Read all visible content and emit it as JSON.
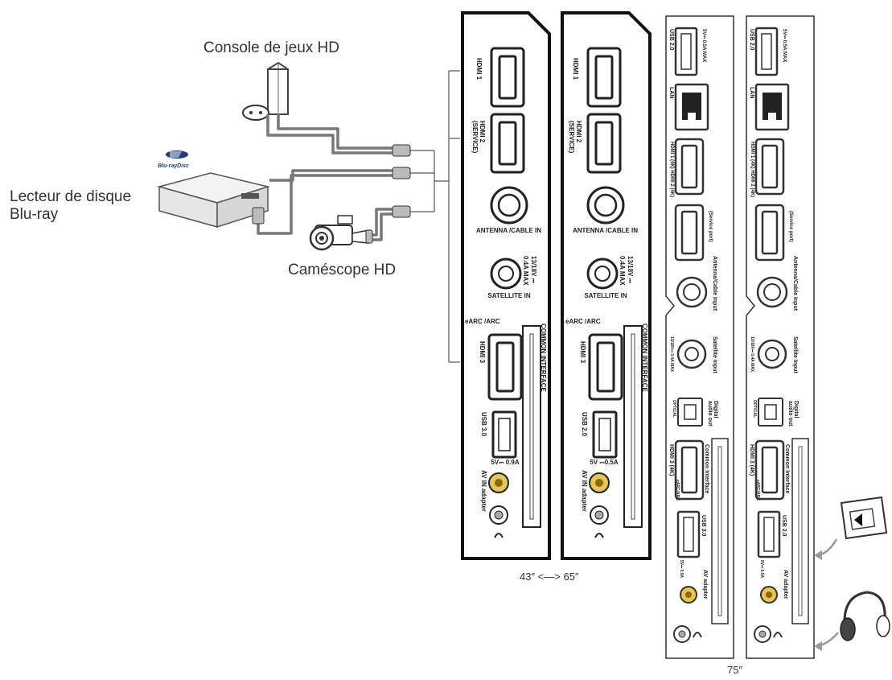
{
  "devices": {
    "console": "Console de jeux HD",
    "bluray_line1": "Lecteur de disque",
    "bluray_line2": "Blu-ray",
    "bluray_logo": "Blu-rayDisc",
    "camcorder": "Caméscope HD"
  },
  "size_labels": {
    "small": "43″ <—> 65″",
    "large": "75″"
  },
  "panel1": {
    "hdmi1": "HDMI 1",
    "hdmi2": "HDMI 2 (SERVICE)",
    "antenna": "ANTENNA /CABLE IN",
    "sat_rating": "13/18V ⎓ 0.4A MAX",
    "satellite": "SATELLITE IN",
    "earc": "eARC /ARC",
    "hdmi3": "HDMI 3",
    "common_interface": "COMMON INTERFACE",
    "usb": "USB 3.0",
    "usb_rating": "5V⎓ 0.9A",
    "av_in": "AV IN adapter"
  },
  "panel2": {
    "hdmi1": "HDMI 1",
    "hdmi2": "HDMI 2 (SERVICE)",
    "antenna": "ANTENNA /CABLE IN",
    "sat_rating": "13/18V ⎓ 0.4A MAX",
    "satellite": "SATELLITE IN",
    "earc": "eARC /ARC",
    "hdmi3": "HDMI 3",
    "common_interface": "COMMON INTERFACE",
    "usb": "USB 2.0",
    "usb_rating": "5V ⎓0.5A",
    "av_in": "AV IN adapter"
  },
  "panel3": {
    "usb_top": "USB 2.0",
    "usb_top_rating": "5V⎓ 0.5A MAX",
    "lan": "LAN",
    "hdmi_pair": "HDMI 1 (4K) HDMI 2 (4K)",
    "service": "(Service port)",
    "antenna": "Antenna/Cable Input",
    "satellite": "Satellite Input",
    "sat_rating": "13/18V⎓ 0.4A MAX",
    "optical": "Digital audio out",
    "optical_small": "OPTICAL",
    "common_interface": "Common Interface",
    "hdmi3": "HDMI 3 (4K)",
    "hdmi3_small": "eARC/ARC",
    "usb_bottom": "USB 3.0",
    "usb_bottom_rating": "5V⎓ 0.9A",
    "av": "AV adapter"
  },
  "panel4": {
    "usb_top": "USB 2.0",
    "usb_top_rating": "5V⎓ 0.5A MAX",
    "lan": "LAN",
    "hdmi_pair": "HDMI 1 (4K) HDMI 2 (4K)",
    "service": "(Service port)",
    "antenna": "Antenna/Cable Input",
    "satellite": "Satellite Input",
    "sat_rating": "13/18V⎓ 0.4A MAX",
    "optical": "Digital audio out",
    "optical_small": "OPTICAL",
    "common_interface": "Common Interface",
    "hdmi3": "HDMI 3 (4K)",
    "hdmi3_small": "eARC/ARC",
    "usb_bottom": "USB 2.0",
    "usb_bottom_rating": "5V⎓ 0.5A",
    "av": "AV adapter"
  },
  "colors": {
    "panel_border": "#111111",
    "cable": "#777777",
    "coax_gold": "#c9a227"
  }
}
